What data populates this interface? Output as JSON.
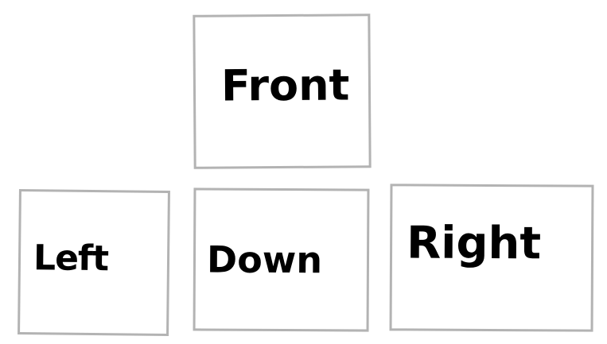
{
  "keys": {
    "front": {
      "label": "Front"
    },
    "left": {
      "label": "Left"
    },
    "down": {
      "label": "Down"
    },
    "right": {
      "label": "Right"
    }
  },
  "colors": {
    "border": "#b3b3b3",
    "text": "#000000",
    "background": "#ffffff"
  }
}
